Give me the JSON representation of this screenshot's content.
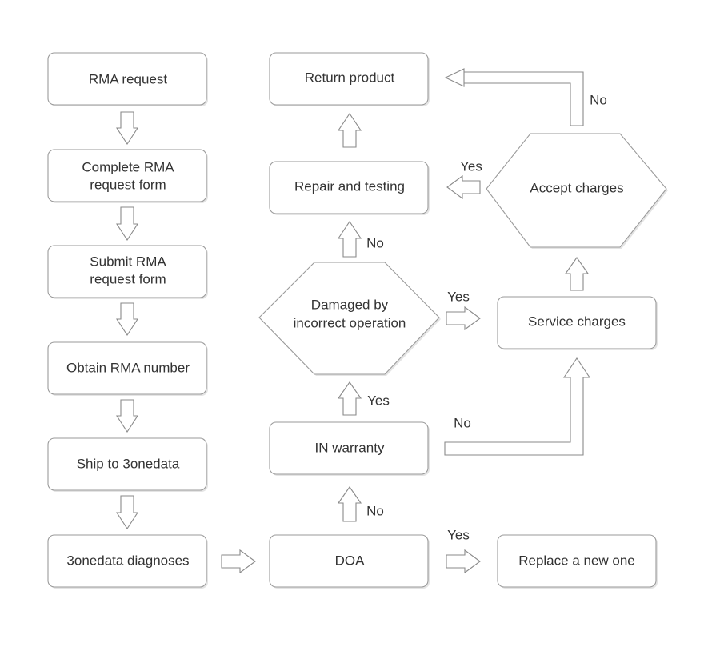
{
  "nodes": {
    "rma_request": "RMA request",
    "complete_form": [
      "Complete RMA",
      "request form"
    ],
    "submit_form": [
      "Submit RMA",
      "request form"
    ],
    "obtain_number": "Obtain RMA number",
    "ship": "Ship to 3onedata",
    "diagnoses": "3onedata diagnoses",
    "doa": "DOA",
    "replace": "Replace a new one",
    "in_warranty": "IN warranty",
    "damaged": [
      "Damaged by",
      "incorrect operation"
    ],
    "repair": "Repair and testing",
    "return_product": "Return product",
    "service_charges": "Service charges",
    "accept_charges": "Accept charges"
  },
  "edge_labels": {
    "doa_replace": "Yes",
    "doa_warranty": "No",
    "warranty_damaged": "Yes",
    "warranty_service": "No",
    "damaged_repair": "No",
    "damaged_service": "Yes",
    "accept_repair": "Yes",
    "accept_return": "No"
  }
}
